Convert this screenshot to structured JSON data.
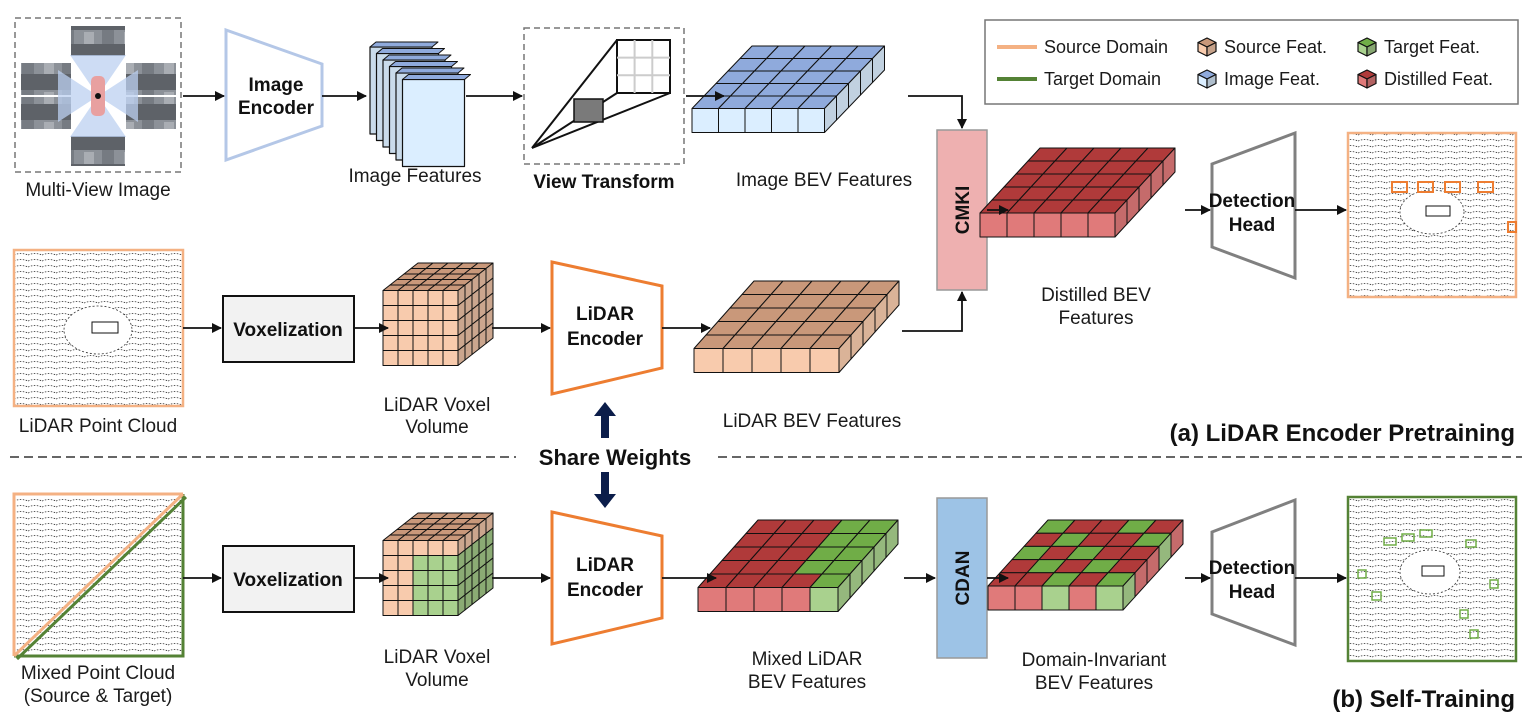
{
  "legend": {
    "source_domain": "Source Domain",
    "target_domain": "Target Domain",
    "source_feat": "Source Feat.",
    "image_feat": "Image Feat.",
    "target_feat": "Target Feat.",
    "distilled_feat": "Distilled Feat."
  },
  "top": {
    "multi_view_image": "Multi-View Image",
    "image_encoder": [
      "Image",
      "Encoder"
    ],
    "image_features": "Image Features",
    "view_transform": "View Transform",
    "image_bev_features": "Image BEV Features",
    "cmki": "CMKI",
    "distilled_bev_features": [
      "Distilled BEV",
      "Features"
    ],
    "detection_head": [
      "Detection",
      "Head"
    ]
  },
  "middle": {
    "lidar_point_cloud": "LiDAR Point Cloud",
    "voxelization": "Voxelization",
    "lidar_voxel_volume": [
      "LiDAR Voxel",
      "Volume"
    ],
    "lidar_encoder": [
      "LiDAR",
      "Encoder"
    ],
    "lidar_bev_features": "LiDAR BEV Features",
    "section_title": "(a) LiDAR Encoder Pretraining"
  },
  "share_weights": "Share Weights",
  "bottom": {
    "mixed_point_cloud": [
      "Mixed Point Cloud",
      "(Source & Target)"
    ],
    "voxelization": "Voxelization",
    "lidar_voxel_volume": [
      "LiDAR Voxel",
      "Volume"
    ],
    "lidar_encoder": [
      "LiDAR",
      "Encoder"
    ],
    "mixed_lidar_bev_features": [
      "Mixed LiDAR",
      "BEV Features"
    ],
    "cdan": "CDAN",
    "domain_invariant_bev_features": [
      "Domain-Invariant",
      "BEV Features"
    ],
    "detection_head": [
      "Detection",
      "Head"
    ],
    "section_title": "(b) Self-Training"
  },
  "colors": {
    "source_line": "#f4b183",
    "target_line": "#548235",
    "source_feat_top": "#c9987a",
    "source_feat_front": "#f8cbad",
    "image_feat_top": "#8faadc",
    "image_feat_front": "#dbeeff",
    "target_feat_top": "#70ad47",
    "target_feat_front": "#a9d18e",
    "distilled_feat_top": "#b03a3a",
    "distilled_feat_front": "#e07a7a",
    "cmki_fill": "#eeb0b0",
    "cdan_fill": "#9dc3e6",
    "image_encoder_stroke": "#b4c7e7",
    "lidar_encoder_stroke": "#ed7d31"
  }
}
